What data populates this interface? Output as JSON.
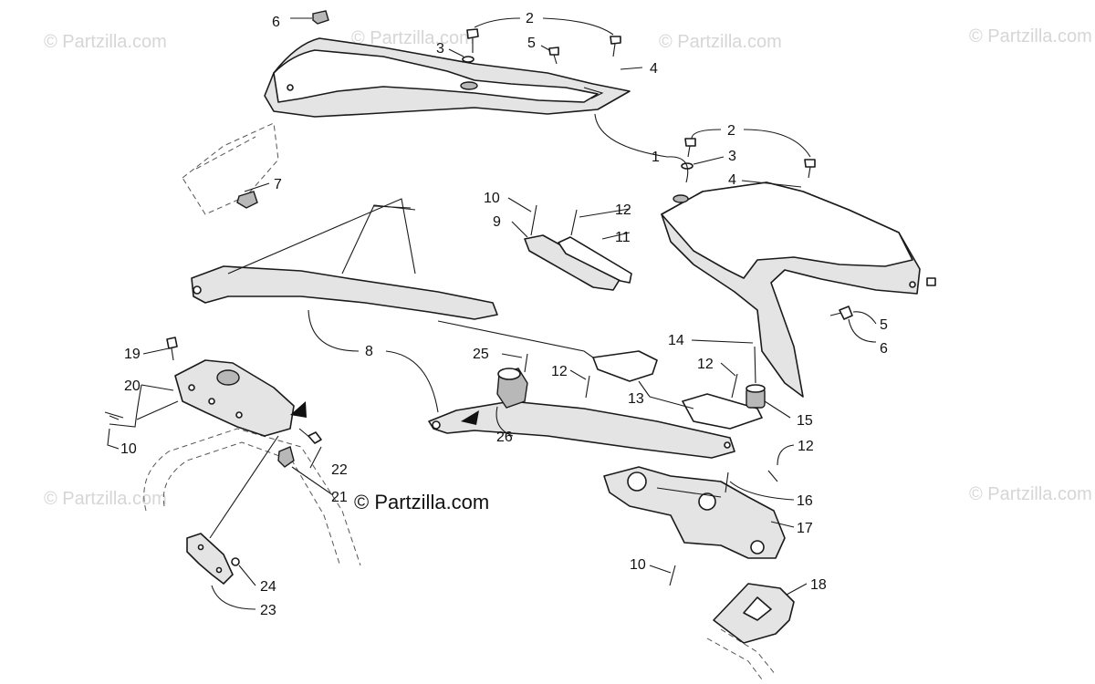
{
  "watermarks": [
    "© Partzilla.com",
    "© Partzilla.com",
    "© Partzilla.com",
    "© Partzilla.com",
    "© Partzilla.com",
    "© Partzilla.com"
  ],
  "main_watermark": "© Partzilla.com",
  "callouts": [
    {
      "label": "1"
    },
    {
      "label": "2"
    },
    {
      "label": "2"
    },
    {
      "label": "3"
    },
    {
      "label": "3"
    },
    {
      "label": "4"
    },
    {
      "label": "4"
    },
    {
      "label": "5"
    },
    {
      "label": "5"
    },
    {
      "label": "6"
    },
    {
      "label": "6"
    },
    {
      "label": "7"
    },
    {
      "label": "8"
    },
    {
      "label": "9"
    },
    {
      "label": "10"
    },
    {
      "label": "10"
    },
    {
      "label": "10"
    },
    {
      "label": "11"
    },
    {
      "label": "12"
    },
    {
      "label": "12"
    },
    {
      "label": "12"
    },
    {
      "label": "12"
    },
    {
      "label": "13"
    },
    {
      "label": "14"
    },
    {
      "label": "15"
    },
    {
      "label": "16"
    },
    {
      "label": "17"
    },
    {
      "label": "18"
    },
    {
      "label": "19"
    },
    {
      "label": "20"
    },
    {
      "label": "21"
    },
    {
      "label": "22"
    },
    {
      "label": "23"
    },
    {
      "label": "24"
    },
    {
      "label": "25"
    },
    {
      "label": "26"
    }
  ]
}
